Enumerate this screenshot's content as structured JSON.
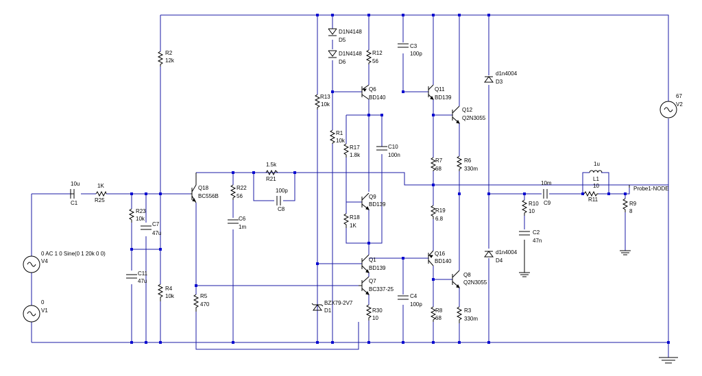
{
  "components": {
    "C1": {
      "ref": "C1",
      "value": "10u"
    },
    "R25": {
      "ref": "R25",
      "value": "1K"
    },
    "R2": {
      "ref": "R2",
      "value": "12k"
    },
    "R23": {
      "ref": "R23",
      "value": "10k"
    },
    "C7": {
      "ref": "C7",
      "value": "47u"
    },
    "C11": {
      "ref": "C11",
      "value": "47u"
    },
    "R4": {
      "ref": "R4",
      "value": "10k"
    },
    "R5": {
      "ref": "R5",
      "value": "470"
    },
    "Q18": {
      "ref": "Q18",
      "value": "BC556B"
    },
    "R22": {
      "ref": "R22",
      "value": "56"
    },
    "C6": {
      "ref": "C6",
      "value": "1m"
    },
    "R21": {
      "ref": "R21",
      "value": "1.5k"
    },
    "C8": {
      "ref": "C8",
      "value": "100p"
    },
    "D5": {
      "ref": "D5",
      "value": "D1N4148"
    },
    "D6": {
      "ref": "D6",
      "value": "D1N4148"
    },
    "R13": {
      "ref": "R13",
      "value": "10k"
    },
    "R1": {
      "ref": "R1",
      "value": "10k"
    },
    "R17": {
      "ref": "R17",
      "value": "1.8k"
    },
    "R18": {
      "ref": "R18",
      "value": "1K"
    },
    "Q9": {
      "ref": "Q9",
      "value": "BD139"
    },
    "C10": {
      "ref": "C10",
      "value": "100n"
    },
    "R12": {
      "ref": "R12",
      "value": "56"
    },
    "Q6": {
      "ref": "Q6",
      "value": "BD140"
    },
    "C3": {
      "ref": "C3",
      "value": "100p"
    },
    "Q1": {
      "ref": "Q1",
      "value": "BD139"
    },
    "Q7": {
      "ref": "Q7",
      "value": "BC337-25"
    },
    "D1": {
      "ref": "D1",
      "value": "BZX79-2V7"
    },
    "R30": {
      "ref": "R30",
      "value": "10"
    },
    "C4": {
      "ref": "C4",
      "value": "100p"
    },
    "Q11": {
      "ref": "Q11",
      "value": "BD139"
    },
    "Q12": {
      "ref": "Q12",
      "value": "Q2N3055"
    },
    "R7": {
      "ref": "R7",
      "value": "68"
    },
    "R6": {
      "ref": "R6",
      "value": "330m"
    },
    "R19": {
      "ref": "R19",
      "value": "6.8"
    },
    "Q16": {
      "ref": "Q16",
      "value": "BD140"
    },
    "Q8": {
      "ref": "Q8",
      "value": "Q2N3055"
    },
    "R8": {
      "ref": "R8",
      "value": "68"
    },
    "R3": {
      "ref": "R3",
      "value": "330m"
    },
    "D3": {
      "ref": "D3",
      "value": "d1n4004"
    },
    "D4": {
      "ref": "D4",
      "value": "d1n4004"
    },
    "C9": {
      "ref": "C9",
      "value": "10m"
    },
    "R10": {
      "ref": "R10",
      "value": "10"
    },
    "C2": {
      "ref": "C2",
      "value": "47n"
    },
    "L1": {
      "ref": "L1",
      "value": "10"
    },
    "L1_ind": {
      "value": "1u"
    },
    "R11": {
      "ref": "R11",
      "value": ""
    },
    "R9": {
      "ref": "R9",
      "value": "8"
    },
    "V2": {
      "ref": "V2",
      "value": "67"
    },
    "V4": {
      "ref": "V4",
      "value": "0 AC 1 0 Sine(0 1 20k 0 0)"
    },
    "V1": {
      "ref": "V1",
      "value": "0"
    }
  },
  "probe": {
    "label": "Probe1-NODE"
  },
  "colors": {
    "wire": "#1a1aa6",
    "junction": "#0a0ad0",
    "component": "#000000"
  }
}
